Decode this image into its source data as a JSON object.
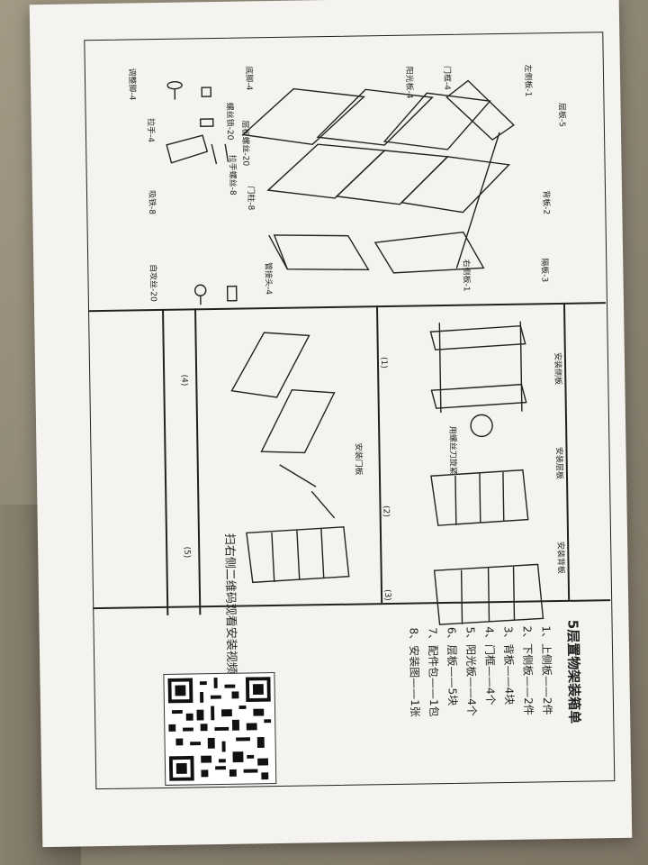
{
  "sheet": {
    "title": "5层置物架装箱单",
    "parts_list": [
      "1、上侧板——2件",
      "2、下侧板——2件",
      "3、背板——4块",
      "4、门框——4个",
      "5、阳光板——4个",
      "6、层板——5块",
      "7、配件包——1包",
      "8、安装图——1张"
    ],
    "scan_text": "扫右侧二维码观看安装视频",
    "section_titles": {
      "side": "安装侧板",
      "shelf": "安装层板",
      "back": "安装背板",
      "door": "安装门板"
    },
    "step_numbers": [
      "(1)",
      "(2)",
      "(3)",
      "(4)",
      "(5)"
    ],
    "screw_note": "用螺丝刀旋紧",
    "parts_labels": {
      "left_side": "左侧板-1",
      "door_frame": "门框-4",
      "sun_board": "阳光板-4",
      "shelf": "层板-5",
      "back": "背板-2",
      "partition": "隔板-3",
      "right_side": "右侧板-1",
      "foot": "底脚-4",
      "adjust_foot": "调整脚-4",
      "screw_lock": "螺丝锁-20",
      "shelf_screw": "层板螺丝-20",
      "handle_screw": "拉手螺丝-8",
      "handle": "拉手-4",
      "magnet": "吸铁-8",
      "door_pin": "门柱-8",
      "self_tap": "自攻丝-20",
      "tube_connector": "管接头-4"
    }
  }
}
